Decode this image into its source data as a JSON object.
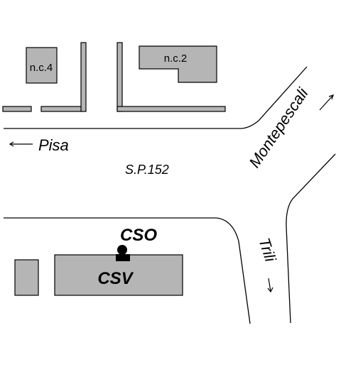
{
  "buildings": {
    "nc4": {
      "label": "n.c.4"
    },
    "nc2": {
      "label": "n.c.2"
    },
    "csv": {
      "label": "CSV"
    }
  },
  "markers": {
    "cso": {
      "label": "CSO"
    }
  },
  "roads": {
    "main": {
      "label": "S.P.152"
    }
  },
  "directions": {
    "pisa": {
      "label": "Pisa"
    },
    "montepescali": {
      "label": "Montepescali"
    },
    "trili": {
      "label": "Trili"
    }
  },
  "colors": {
    "building_fill": "#b5b5b5",
    "line": "#000000",
    "background": "#ffffff"
  }
}
